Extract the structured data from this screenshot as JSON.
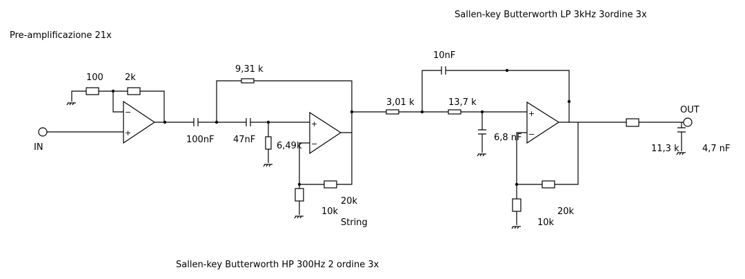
{
  "titles": {
    "preamp": "Pre-amplificazione 21x",
    "highpass": "Sallen-key Butterworth HP 300Hz 2 ordine 3x",
    "lowpass": "Sallen-key Butterworth LP 3kHz 3ordine 3x"
  },
  "ports": {
    "input": "IN",
    "output": "OUT"
  },
  "components": {
    "r_100": "100",
    "r_2k": "2k",
    "c_100nf": "100nF",
    "c_47nf": "47nF",
    "r_931k": "9,31 k",
    "r_649k": "6,49k",
    "r_hp_20k": "20k",
    "r_hp_10k": "10k",
    "string_label": "String",
    "r_301k": "3,01 k",
    "c_10nf": "10nF",
    "r_137k": "13,7 k",
    "c_68nf": "6,8 nF",
    "r_lp_20k": "20k",
    "r_lp_10k": "10k",
    "r_113k": "11,3 k",
    "c_47nf_out": "4,7 nF"
  },
  "opamp_signs": {
    "plus": "+",
    "minus": "−"
  }
}
